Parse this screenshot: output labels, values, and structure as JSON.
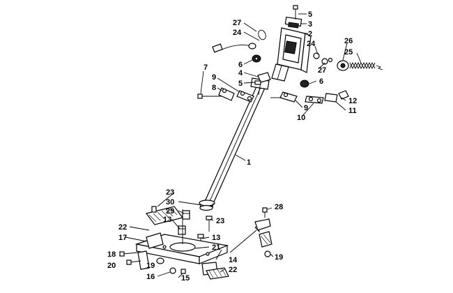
{
  "callouts": [
    {
      "id": "c5a",
      "text": "5"
    },
    {
      "id": "c3",
      "text": "3"
    },
    {
      "id": "c27a",
      "text": "27"
    },
    {
      "id": "c24a",
      "text": "24"
    },
    {
      "id": "c2",
      "text": "2"
    },
    {
      "id": "c24b",
      "text": "24"
    },
    {
      "id": "c26",
      "text": "26"
    },
    {
      "id": "c25",
      "text": "25"
    },
    {
      "id": "c27b",
      "text": "27"
    },
    {
      "id": "c6a",
      "text": "6"
    },
    {
      "id": "c4",
      "text": "4"
    },
    {
      "id": "c5b",
      "text": "5"
    },
    {
      "id": "c6b",
      "text": "6"
    },
    {
      "id": "c7",
      "text": "7"
    },
    {
      "id": "c9a",
      "text": "9"
    },
    {
      "id": "c8",
      "text": "8"
    },
    {
      "id": "c12",
      "text": "12"
    },
    {
      "id": "c11",
      "text": "11"
    },
    {
      "id": "c9b",
      "text": "9"
    },
    {
      "id": "c10",
      "text": "10"
    },
    {
      "id": "c1",
      "text": "1"
    },
    {
      "id": "c23a",
      "text": "23"
    },
    {
      "id": "c30",
      "text": "30"
    },
    {
      "id": "c29",
      "text": "29"
    },
    {
      "id": "c13a",
      "text": "13"
    },
    {
      "id": "c23b",
      "text": "23"
    },
    {
      "id": "c22a",
      "text": "22"
    },
    {
      "id": "c17",
      "text": "17"
    },
    {
      "id": "c13b",
      "text": "13"
    },
    {
      "id": "c21",
      "text": "21"
    },
    {
      "id": "c28",
      "text": "28"
    },
    {
      "id": "c18",
      "text": "18"
    },
    {
      "id": "c20",
      "text": "20"
    },
    {
      "id": "c19a",
      "text": "19"
    },
    {
      "id": "c19b",
      "text": "19"
    },
    {
      "id": "c14",
      "text": "14"
    },
    {
      "id": "c16",
      "text": "16"
    },
    {
      "id": "c15",
      "text": "15"
    },
    {
      "id": "c22b",
      "text": "22"
    }
  ]
}
